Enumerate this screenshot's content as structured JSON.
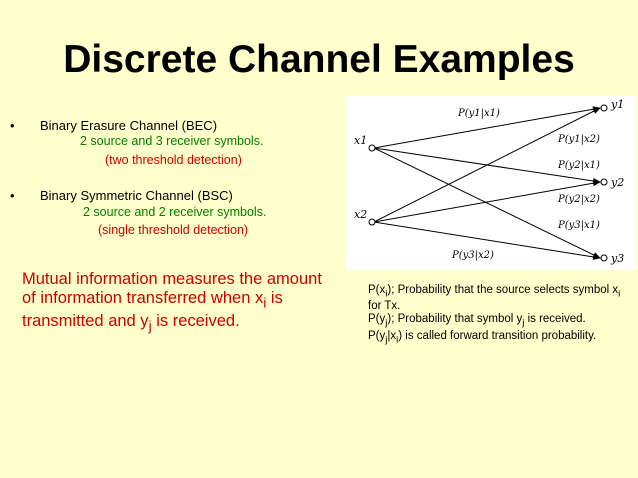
{
  "title": "Discrete Channel Examples",
  "bullets": [
    {
      "marker": "•",
      "label": "Binary Erasure Channel (BEC)",
      "line1": "2 source and 3 receiver symbols.",
      "line2": "(two threshold detection)"
    },
    {
      "marker": "•",
      "label": "Binary Symmetric Channel (BSC)",
      "line1": "2 source and 2 receiver symbols.",
      "line2": "(single threshold detection)"
    }
  ],
  "mutual_info": {
    "part1": "Mutual information measures the amount of information transferred when x",
    "sub1": "i",
    "part2": " is transmitted and y",
    "sub2": "j",
    "part3": " is received."
  },
  "notes": {
    "n1a": "P(x",
    "n1s": "i",
    "n1b": "); Probability that the source selects symbol x",
    "n1s2": "i",
    "n1c": " for Tx.",
    "n2a": "P(y",
    "n2s": "j",
    "n2b": "); Probability that symbol y",
    "n2s2": "j",
    "n2c": " is received.",
    "n3a": "P(y",
    "n3s": "j",
    "n3b": "|x",
    "n3s2": "i",
    "n3c": ") is called forward transition probability."
  },
  "diagram": {
    "nodes": {
      "x1": "x1",
      "x2": "x2",
      "y1": "y1",
      "y2": "y2",
      "y3": "y3"
    },
    "labels": {
      "p_y1_x1": "P(y1|x1)",
      "p_y1_x2": "P(y1|x2)",
      "p_y2_x1": "P(y2|x1)",
      "p_y2_x2": "P(y2|x2)",
      "p_y3_x1": "P(y3|x1)",
      "p_y3_x2": "P(y3|x2)"
    }
  }
}
